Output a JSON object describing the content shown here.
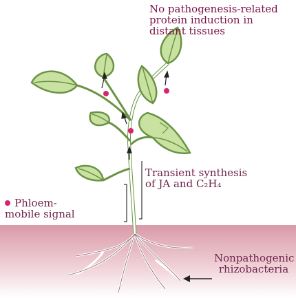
{
  "labels": {
    "top_line1": "No pathogenesis-related",
    "top_line2": "protein induction in",
    "top_line3": "distant tissues",
    "transient_line1": "Transient synthesis",
    "transient_line2": "of JA and C₂H₄",
    "phloem_line1": "Phloem-",
    "phloem_line2": "mobile signal",
    "rhizo_line1": "Nonpathogenic",
    "rhizo_line2": "rhizobacteria"
  },
  "colors": {
    "leaf": "#c9e2a2",
    "leaf_vein": "#6a9344",
    "soil_top": "#d99aa8",
    "soil_bottom": "#ffffff",
    "signal_dot": "#d8236e",
    "label_text": "#6e2448",
    "root": "#f2f2f2"
  }
}
